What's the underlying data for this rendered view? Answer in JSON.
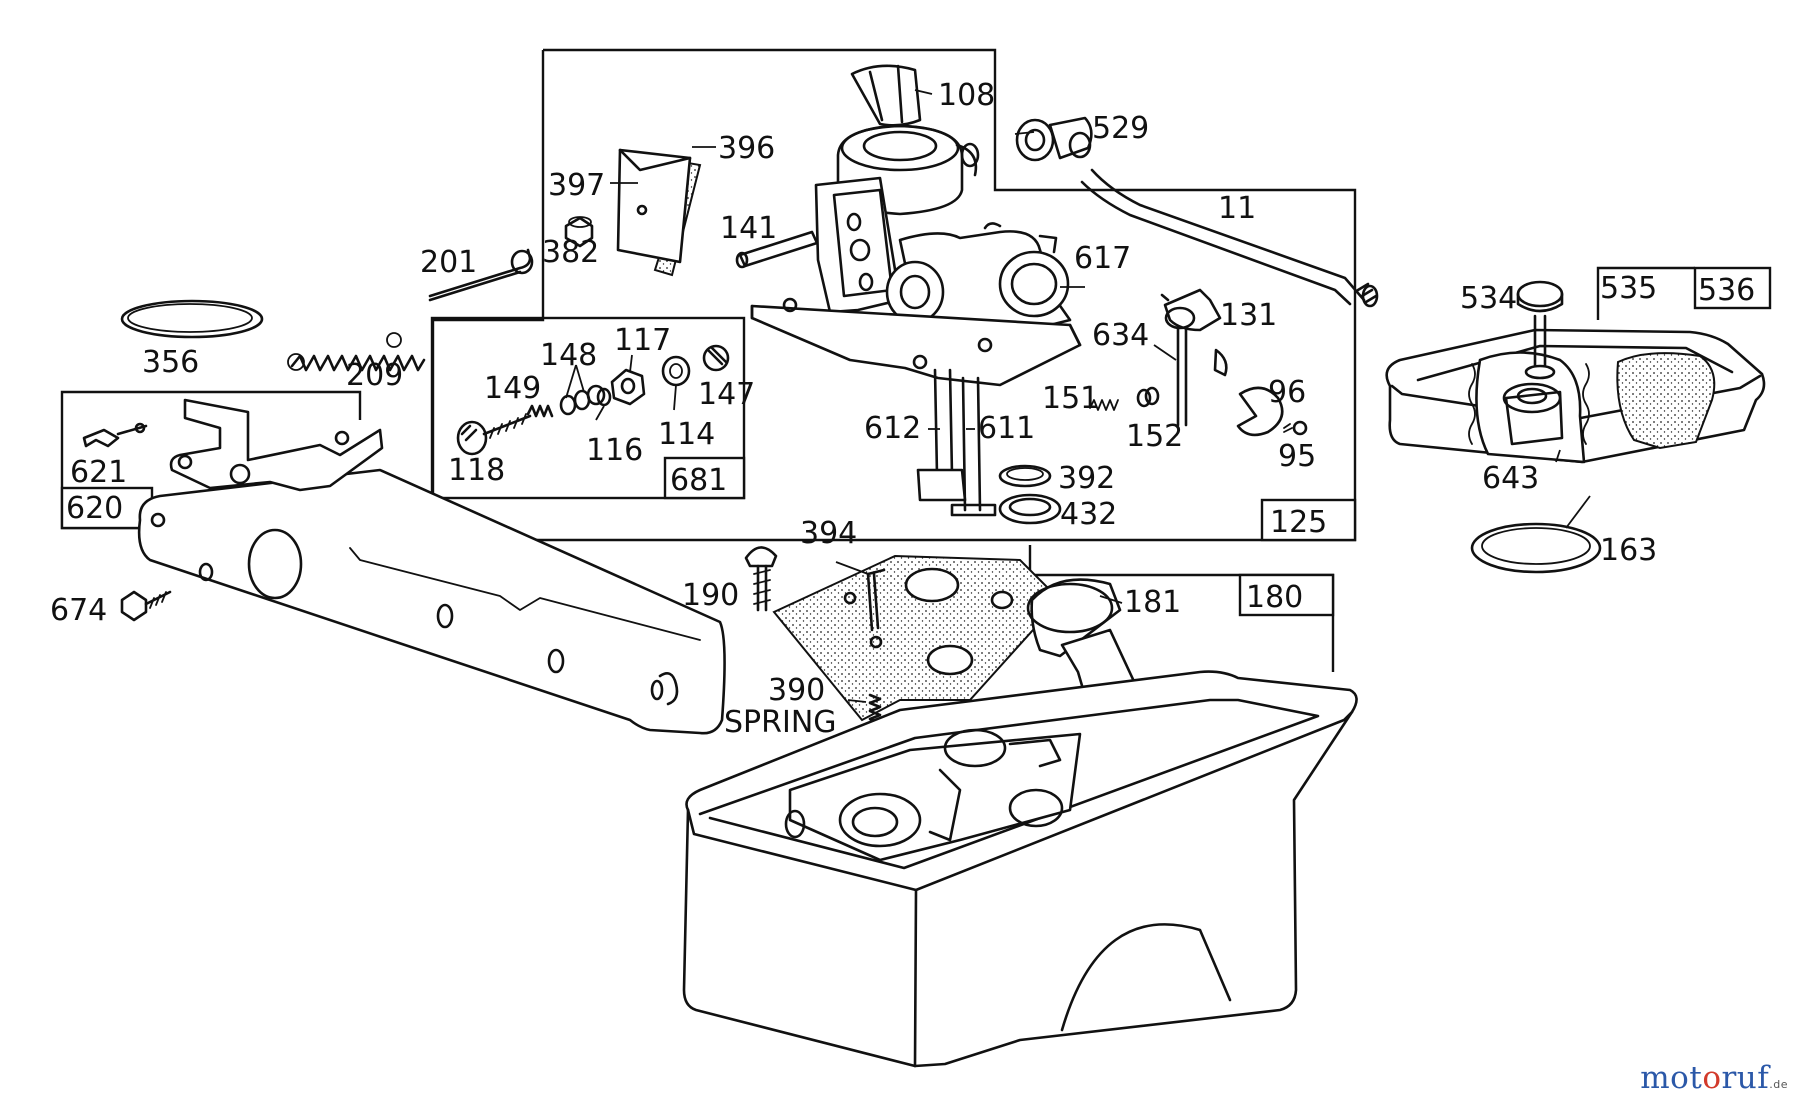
{
  "labels": {
    "l11": "11",
    "l95": "95",
    "l96": "96",
    "l108": "108",
    "l114": "114",
    "l116": "116",
    "l117": "117",
    "l118": "118",
    "l125": "125",
    "l131": "131",
    "l141": "141",
    "l147": "147",
    "l148": "148",
    "l149": "149",
    "l151": "151",
    "l152": "152",
    "l163": "163",
    "l180": "180",
    "l181": "181",
    "l190": "190",
    "l201": "201",
    "l209": "209",
    "l356": "356",
    "l382": "382",
    "l390": "390",
    "spring": "SPRING",
    "l392": "392",
    "l394": "394",
    "l396": "396",
    "l397": "397",
    "l432": "432",
    "l529": "529",
    "l534": "534",
    "l535": "535",
    "l536": "536",
    "l611": "611",
    "l612": "612",
    "l617": "617",
    "l620": "620",
    "l621": "621",
    "l634": "634",
    "l643": "643",
    "l674": "674",
    "l681": "681"
  },
  "watermark": {
    "part_a": "mot",
    "part_b": "o",
    "part_c": "ruf",
    "tld": ".de"
  },
  "colors": {
    "ink": "#111111",
    "watermark_blue": "#2b58a8",
    "watermark_red": "#d23a2b"
  }
}
